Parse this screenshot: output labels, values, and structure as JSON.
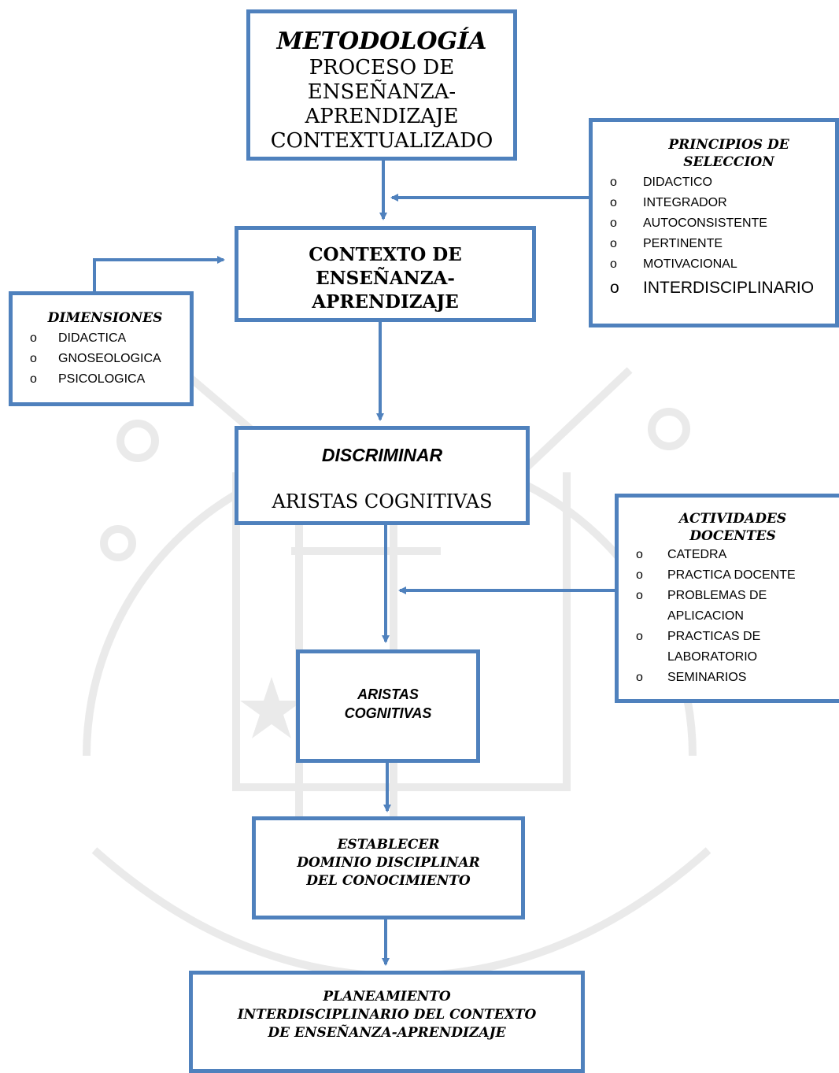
{
  "diagram": {
    "metodologia": {
      "title": "METODOLOGÍA",
      "lines": [
        "PROCESO DE",
        "ENSEÑANZA-",
        "APRENDIZAJE",
        "CONTEXTUALIZADO"
      ]
    },
    "principios": {
      "title_lines": [
        "PRINCIPIOS DE",
        "SELECCION"
      ],
      "items": [
        "DIDACTICO",
        "INTEGRADOR",
        "AUTOCONSISTENTE",
        "PERTINENTE",
        "MOTIVACIONAL",
        "INTERDISCIPLINARIO"
      ]
    },
    "contexto": {
      "lines": [
        "CONTEXTO DE",
        "ENSEÑANZA-",
        "APRENDIZAJE"
      ]
    },
    "dimensiones": {
      "title": "DIMENSIONES",
      "items": [
        "DIDACTICA",
        "GNOSEOLOGICA",
        "PSICOLOGICA"
      ]
    },
    "discriminar": {
      "title": "DISCRIMINAR",
      "text": "ARISTAS COGNITIVAS"
    },
    "actividades": {
      "title_lines": [
        "ACTIVIDADES",
        "DOCENTES"
      ],
      "items": [
        {
          "lines": [
            "CATEDRA"
          ]
        },
        {
          "lines": [
            "PRACTICA DOCENTE"
          ]
        },
        {
          "lines": [
            "PROBLEMAS DE",
            "APLICACION"
          ]
        },
        {
          "lines": [
            "PRACTICAS DE",
            "LABORATORIO"
          ]
        },
        {
          "lines": [
            "SEMINARIOS"
          ]
        }
      ]
    },
    "aristas": {
      "lines": [
        "ARISTAS",
        "COGNITIVAS"
      ]
    },
    "establecer": {
      "lines": [
        "ESTABLECER",
        "DOMINIO DISCIPLINAR",
        "DEL CONOCIMIENTO"
      ]
    },
    "planeamiento": {
      "lines": [
        "PLANEAMIENTO",
        "INTERDISCIPLINARIO DEL CONTEXTO",
        "DE ENSEÑANZA-APRENDIZAJE"
      ]
    },
    "bullet_marker": "o",
    "colors": {
      "border": "#4f81bd",
      "arrow": "#4f81bd",
      "watermark": "#d9d9d9"
    }
  }
}
